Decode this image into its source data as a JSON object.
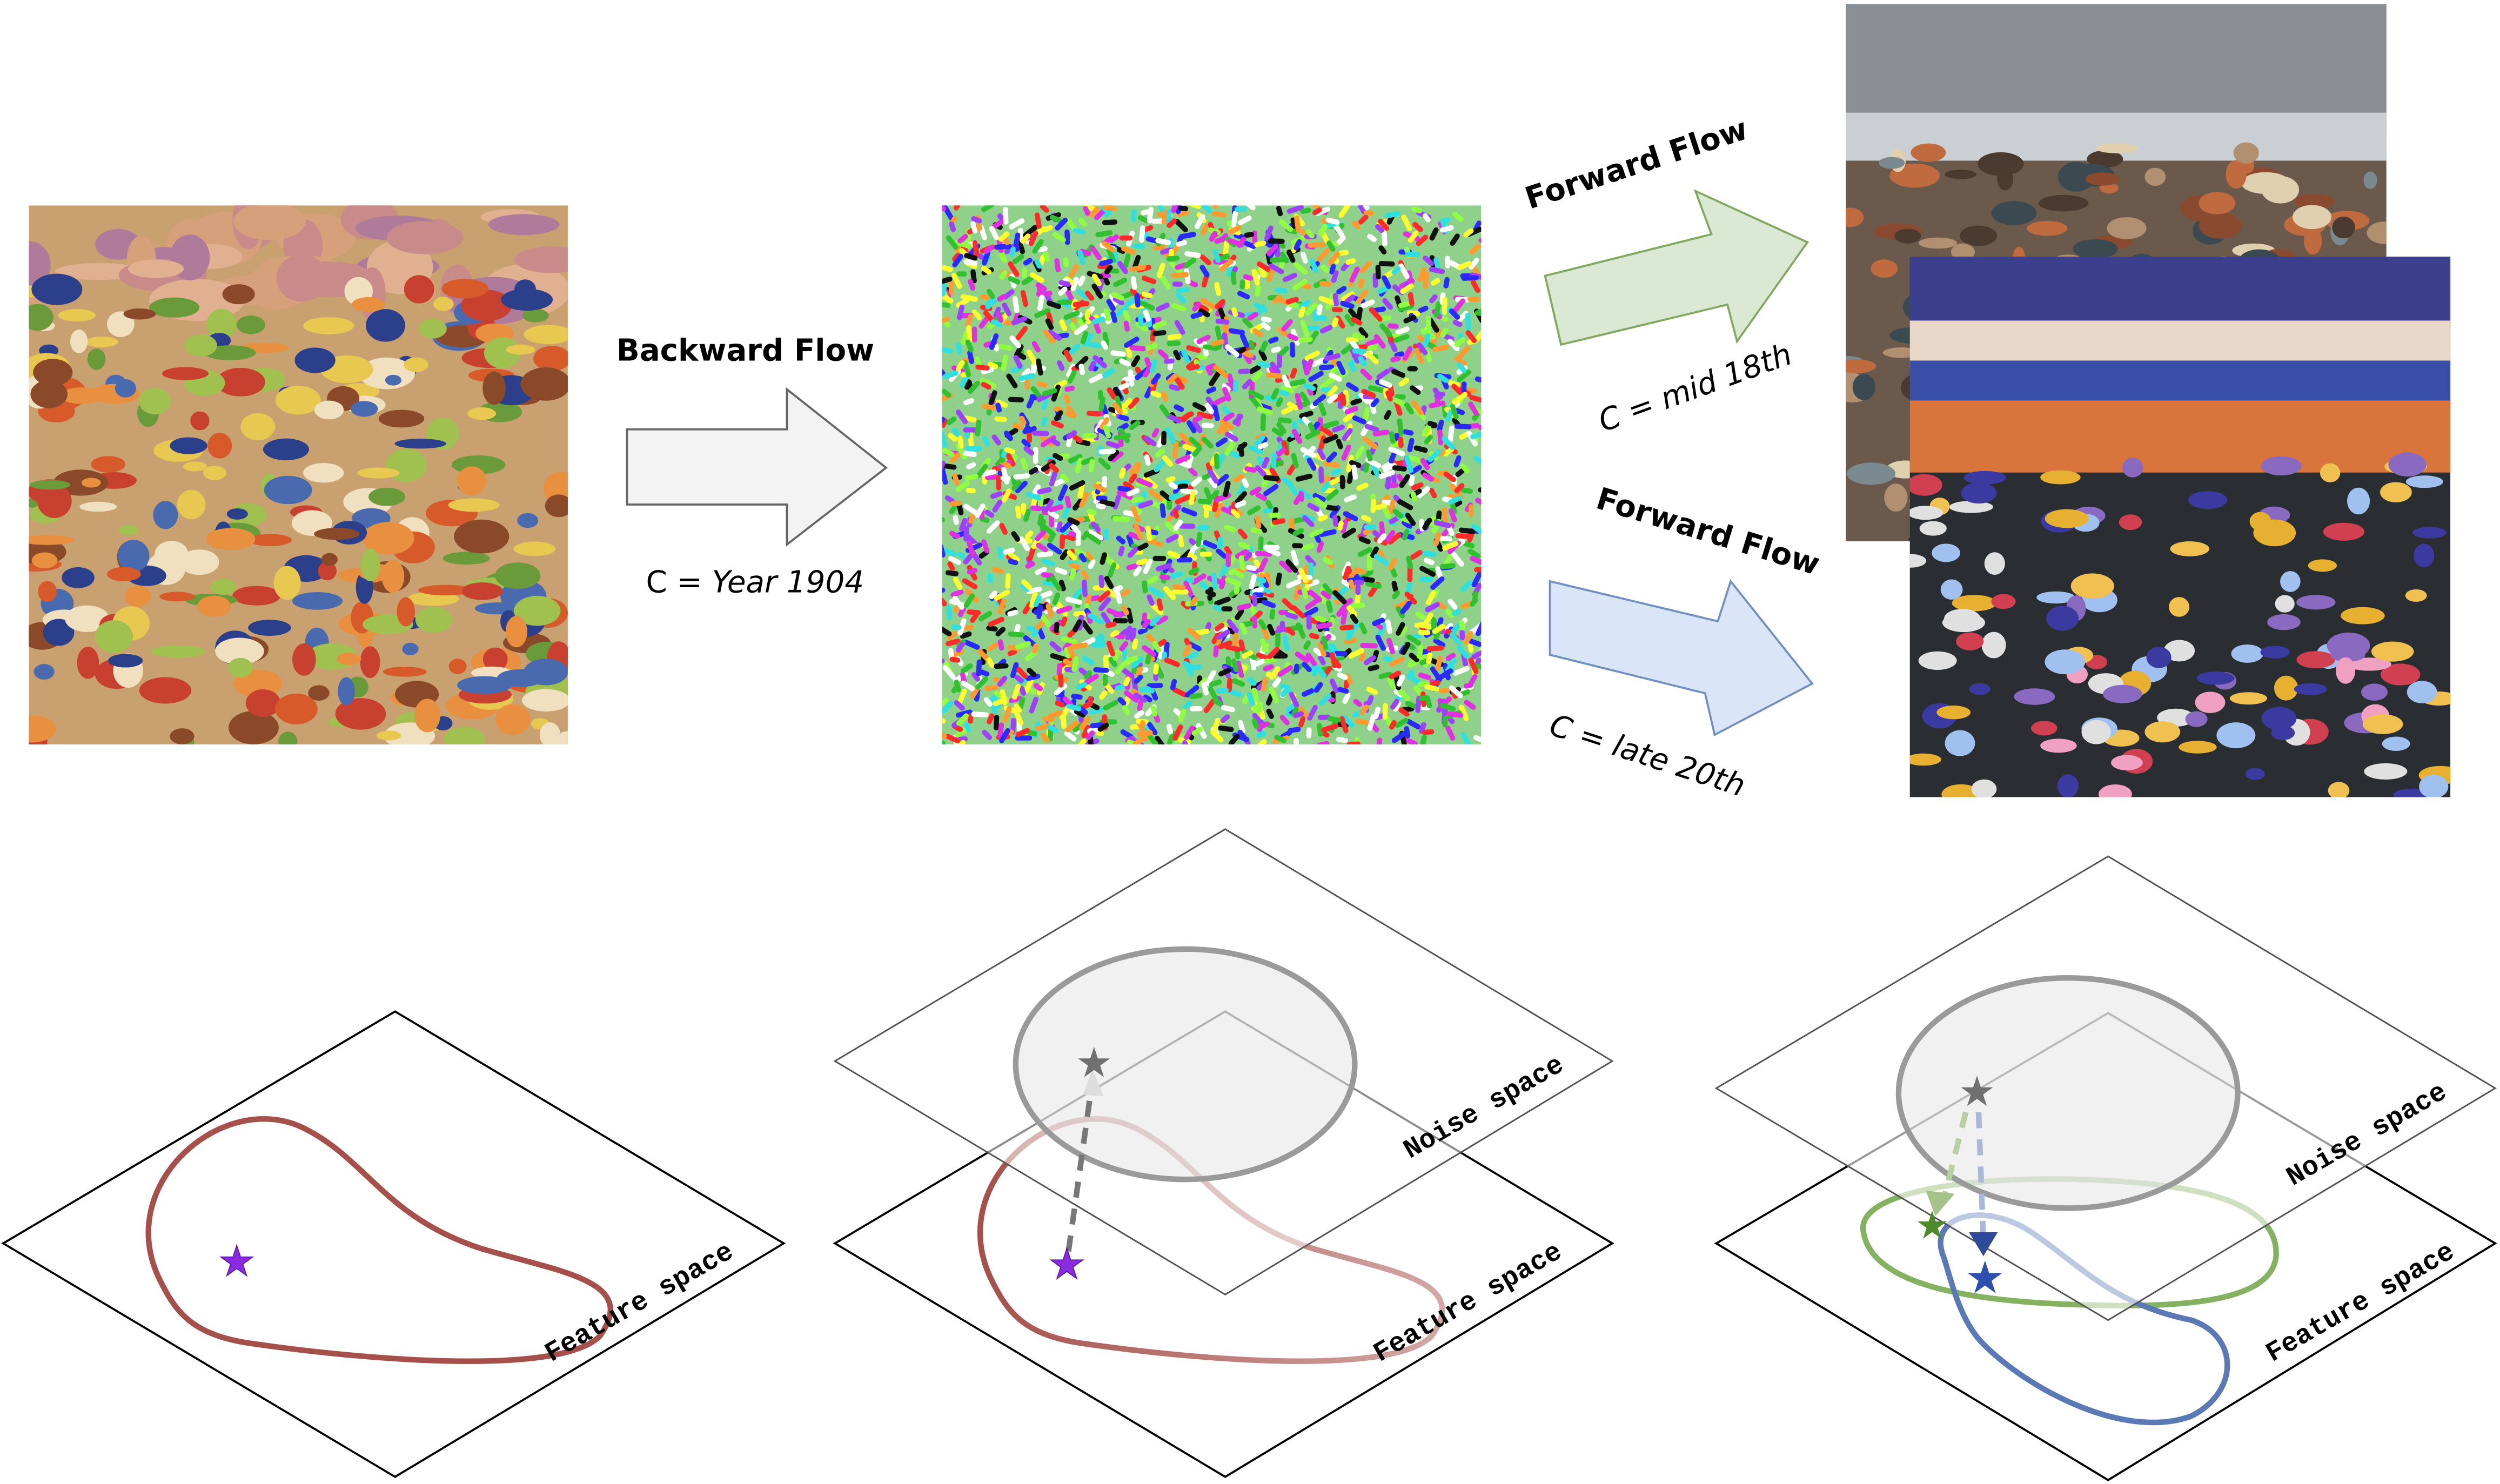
{
  "top": {
    "backward": {
      "title": "Backward Flow",
      "condition_prefix": "C = ",
      "condition_value": "Year 1904"
    },
    "forward_top": {
      "title": "Forward Flow",
      "condition": "C = mid 18th"
    },
    "forward_bottom": {
      "title": "Forward Flow",
      "condition": "C = late 20th"
    }
  },
  "bottom": {
    "left": {
      "feature_label": "Feature space"
    },
    "middle": {
      "noise_label": "Noise space",
      "feature_label": "Feature space"
    },
    "right": {
      "noise_label": "Noise space",
      "feature_label": "Feature space"
    }
  },
  "colors": {
    "red_curve": "#a5504a",
    "green_curve": "#6fa444",
    "blue_curve": "#5b79b5",
    "purple_star": "#8a2be2",
    "gray_star": "#707070",
    "arrow_gray": "#f3f3f3",
    "arrow_green": "#dbe8d4",
    "arrow_blue": "#dae6f8"
  }
}
